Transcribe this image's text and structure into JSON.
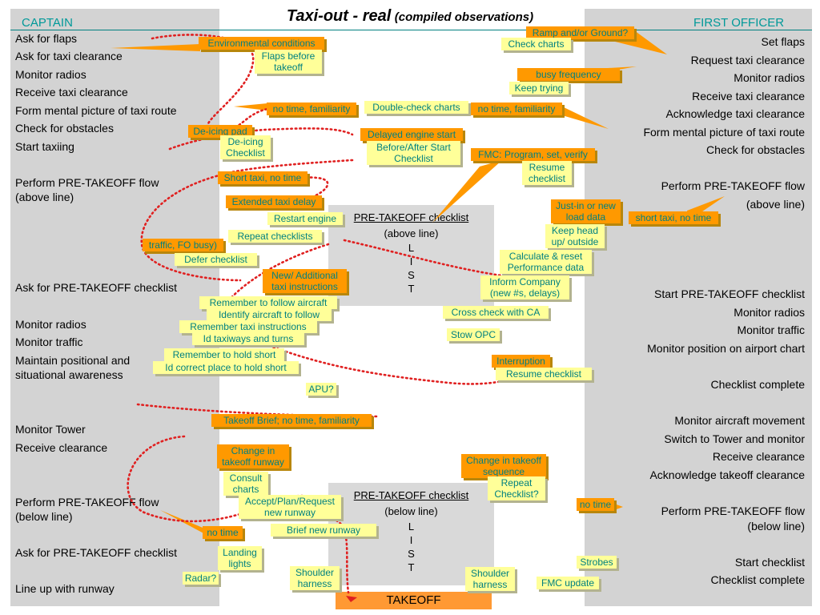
{
  "title": {
    "main": "Taxi-out - real",
    "sub": "(compiled observations)"
  },
  "captain": {
    "header": "CAPTAIN",
    "items": [
      "Ask for flaps",
      "Ask for taxi clearance",
      "Monitor radios",
      "Receive taxi clearance",
      "Form mental picture of taxi route",
      "Check for obstacles",
      "Start taxiing",
      "Perform PRE-TAKEOFF flow",
      "(above line)",
      "Ask for PRE-TAKEOFF checklist",
      "Monitor radios",
      "Monitor traffic",
      "Maintain positional and",
      "situational awareness",
      "Monitor Tower",
      "Receive clearance",
      "Perform PRE-TAKEOFF flow",
      "(below line)",
      "Ask for PRE-TAKEOFF checklist",
      "Line up with runway"
    ]
  },
  "first_officer": {
    "header": "FIRST OFFICER",
    "items": [
      "Set flaps",
      "Request taxi clearance",
      "Monitor radios",
      "Receive taxi clearance",
      "Acknowledge taxi clearance",
      "Form mental picture of taxi route",
      "Check for obstacles",
      "Perform PRE-TAKEOFF flow",
      "(above line)",
      "Start PRE-TAKEOFF checklist",
      "Monitor radios",
      "Monitor traffic",
      "Monitor position on airport chart",
      "Checklist complete",
      "Monitor aircraft movement",
      "Switch to Tower and monitor",
      "Receive clearance",
      "Acknowledge takeoff clearance",
      "Perform PRE-TAKEOFF flow",
      "(below line)",
      "Start checklist",
      "Checklist complete"
    ]
  },
  "checklist_above": {
    "title": "PRE-TAKEOFF checklist",
    "subtitle": "(above line)",
    "letters": [
      "L",
      "I",
      "S",
      "T"
    ]
  },
  "checklist_below": {
    "title": "PRE-TAKEOFF checklist",
    "subtitle": "(below  line)",
    "letters": [
      "L",
      "I",
      "S",
      "T"
    ]
  },
  "takeoff": "TAKEOFF",
  "notes": [
    "Environmental conditions",
    "Flaps before takeoff",
    "Ramp and/or Ground?",
    "Check charts",
    "busy frequency",
    "Keep trying",
    "no time, familiarity",
    "Double-check charts",
    "no time, familiarity",
    "De-icing pad",
    "De-icing Checklist",
    "Delayed engine start",
    "Before/After Start Checklist",
    "FMC: Program, set, verify",
    "Resume checklist",
    "Short taxi, no time",
    "Extended taxi delay",
    "Restart engine",
    "Just-in or new load data",
    "short taxi, no time",
    "Keep head up/ outside",
    "Repeat checklists",
    "traffic, FO busy)",
    "Defer  checklist",
    "Calculate & reset Performance data",
    "New/ Additional taxi instructions",
    "Inform Company (new #s, delays)",
    "Remember to follow aircraft",
    "Identify aircraft to follow",
    "Cross check with CA",
    "Remember taxi instructions",
    "Id taxiways and turns",
    "Stow OPC",
    "Remember to hold short",
    "Id correct place to hold short",
    "Interruption",
    "Resume checklist",
    "APU?",
    "Takeoff Brief; no time, familiarity",
    "Change in takeoff runway",
    "Change in takeoff sequence",
    "Consult charts",
    "Repeat Checklist?",
    "Accept/Plan/Request new runway",
    "no time",
    "no time",
    "Brief new  runway",
    "Landing lights",
    "Strobes",
    "Radar?",
    "Shoulder harness",
    "Shoulder harness",
    "FMC update"
  ],
  "colors": {
    "panel": "#d3d3d3",
    "header_text": "#009999",
    "note_yellow": "#ffff99",
    "note_orange": "#ff9900",
    "dotted_red": "#e02020",
    "takeoff_bar": "#ff9933"
  }
}
